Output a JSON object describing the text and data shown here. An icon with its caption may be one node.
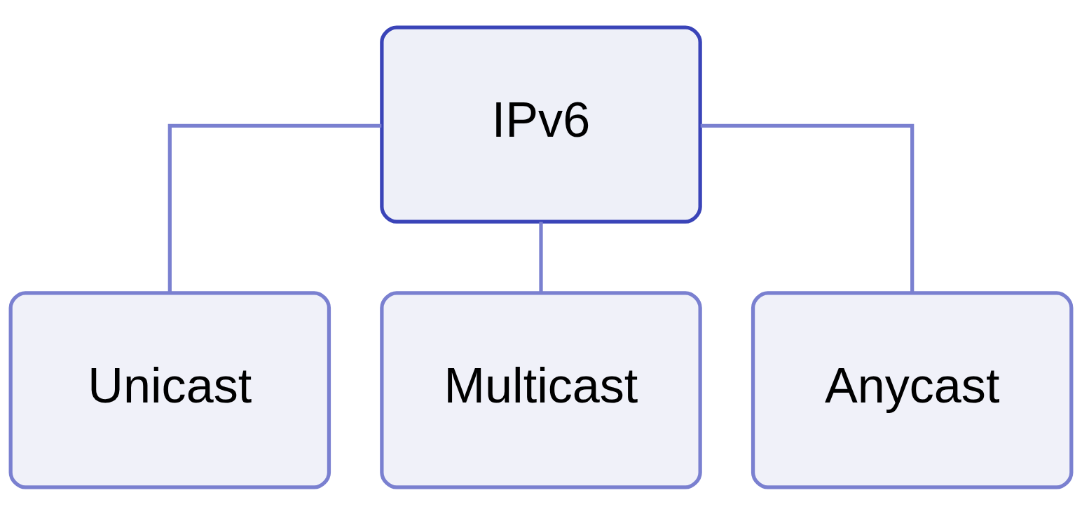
{
  "diagram": {
    "nodes": [
      {
        "text": [
          "IPv6"
        ]
      },
      {
        "text": [
          "Unicast"
        ]
      },
      {
        "text": [
          "Multicast"
        ]
      },
      {
        "text": [
          "Anycast"
        ]
      }
    ],
    "edges": [
      {
        "from": 0,
        "to": 1,
        "arrow": "none"
      },
      {
        "from": 0,
        "to": 2,
        "arrow": "none"
      },
      {
        "from": 0,
        "to": 3,
        "arrow": "none"
      }
    ]
  }
}
